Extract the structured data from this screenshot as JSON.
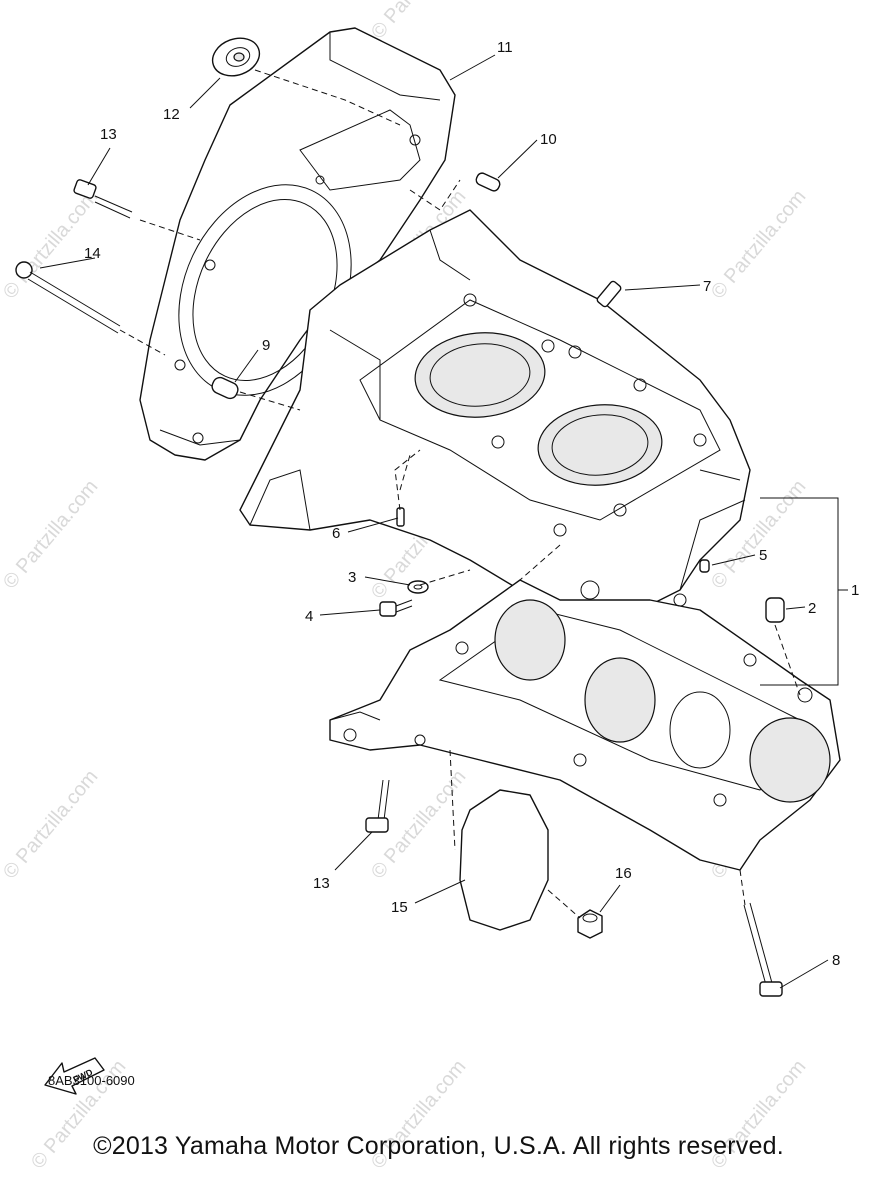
{
  "watermark": {
    "text": "© Partzilla.com",
    "color": "#d9d9d9"
  },
  "callouts": [
    "1",
    "2",
    "3",
    "4",
    "5",
    "6",
    "7",
    "8",
    "9",
    "10",
    "11",
    "12",
    "13",
    "13",
    "14",
    "15",
    "16"
  ],
  "fwd_label": "FWD",
  "diagram_code": "8AB3100-6090",
  "copyright": "©2013 Yamaha Motor Corporation, U.S.A. All rights reserved."
}
